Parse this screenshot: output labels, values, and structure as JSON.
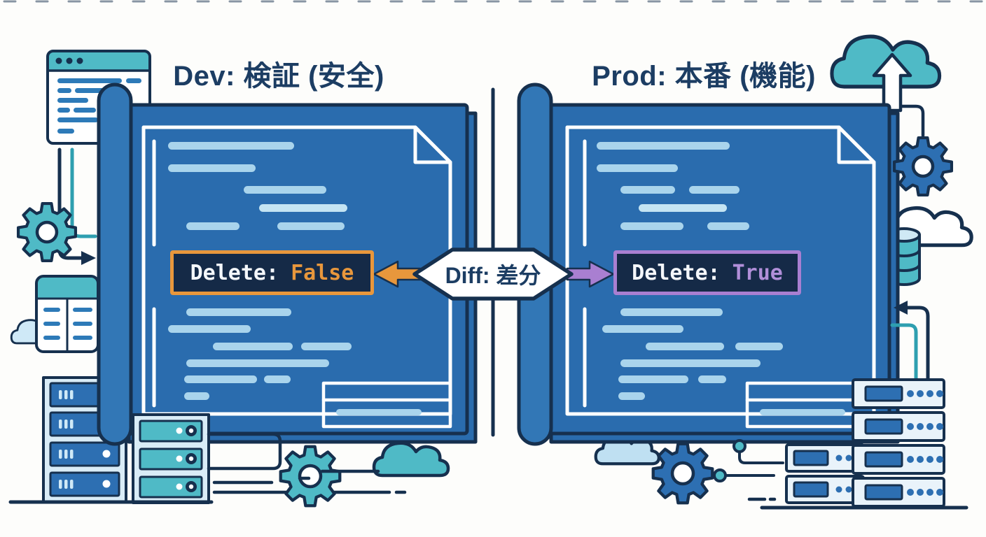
{
  "titles": {
    "dev": "Dev: 検証 (安全)",
    "prod": "Prod: 本番 (機能)"
  },
  "diff": {
    "label": "Diff: 差分"
  },
  "dev_doc": {
    "delete_key": "Delete:",
    "delete_value": "False"
  },
  "prod_doc": {
    "delete_key": "Delete:",
    "delete_value": "True"
  },
  "colors": {
    "navy": "#16304e",
    "title_navy": "#1c3d63",
    "doc_blue": "#2a6cae",
    "tube_blue": "#3277b6",
    "code_line": "#a9d4ec",
    "teal": "#4fbac6",
    "orange": "#e8973c",
    "purple": "#a97fd1",
    "purple_text": "#b18fd9",
    "code_bg": "#152a47",
    "light_cloud": "#bfe0f2"
  },
  "icons": [
    "browser-window",
    "document-scroll",
    "folded-corner",
    "server-rack",
    "server-stack",
    "gear",
    "cloud",
    "cloud-upload-arrow",
    "database-cylinder",
    "table-card",
    "circuit-nodes",
    "arrow-left",
    "arrow-right"
  ]
}
